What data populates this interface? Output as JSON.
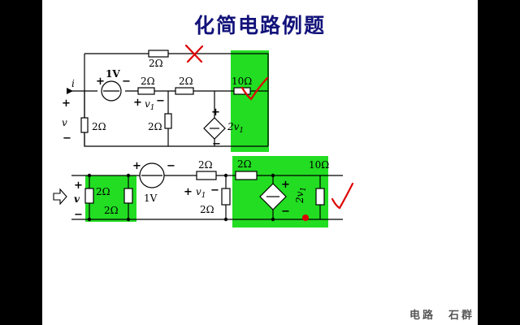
{
  "title": "化简电路例题",
  "footer": "电路　石群",
  "colors": {
    "slide_bg": "#ffffff",
    "frame_bg": "#000000",
    "title": "#12127a",
    "highlight": "#22dd22",
    "annotation": "#dd0000",
    "wire": "#000000"
  },
  "top_circuit": {
    "source_value": "1V",
    "resistor_top": "2Ω",
    "resistor_mid_1": "2Ω",
    "resistor_mid_2": "2Ω",
    "resistor_right": "10Ω",
    "resistor_left": "2Ω",
    "resistor_center": "2Ω",
    "dependent_source": "2v",
    "dependent_source_sub": "1",
    "control_var": "v",
    "control_var_sub": "1",
    "current": "i",
    "port_voltage": "v"
  },
  "bottom_circuit": {
    "port_voltage": "v",
    "resistor_parallel_a": "2Ω",
    "resistor_parallel_b": "2Ω",
    "source_value": "1V",
    "resistor_series": "2Ω",
    "control_var": "v",
    "control_var_sub": "1",
    "resistor_shunt": "2Ω",
    "resistor_green": "2Ω",
    "resistor_right": "10Ω",
    "dependent_source": "2v",
    "dependent_source_sub": "1"
  }
}
